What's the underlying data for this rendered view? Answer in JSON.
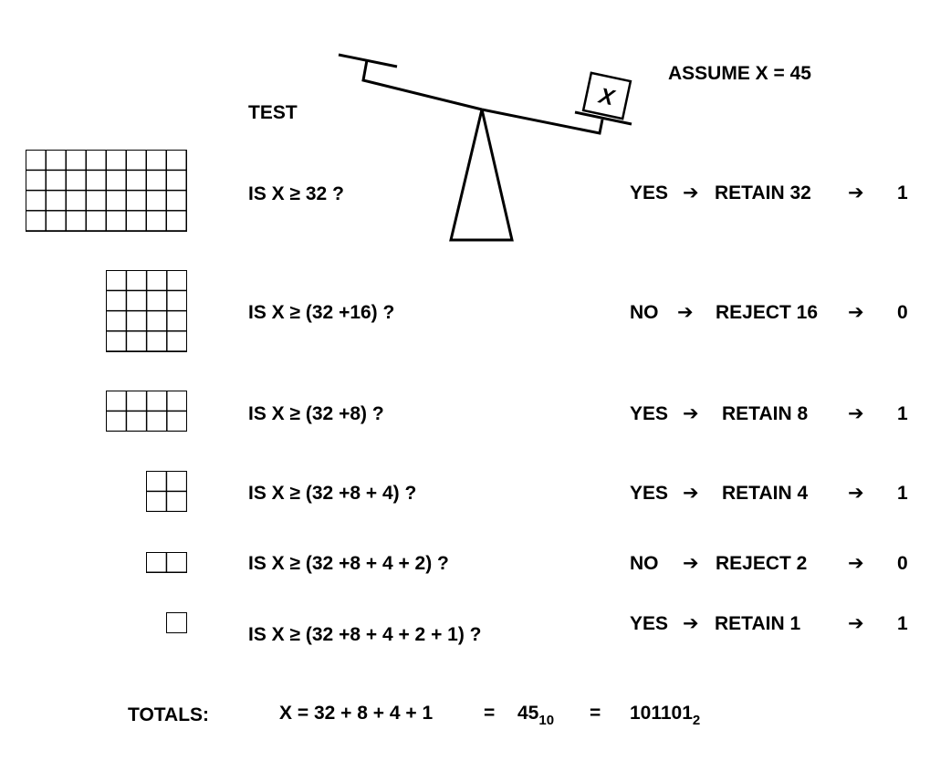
{
  "header": {
    "test_label": "TEST",
    "assume_label": "ASSUME X = 45",
    "box_label": "X"
  },
  "rows": [
    {
      "question": "IS X ≥ 32 ?",
      "decision": "YES",
      "action": "RETAIN 32",
      "bit": "1",
      "blocks": 32
    },
    {
      "question": "IS X ≥ (32 +16) ?",
      "decision": "NO",
      "action": "REJECT 16",
      "bit": "0",
      "blocks": 16
    },
    {
      "question": "IS X ≥ (32 +8) ?",
      "decision": "YES",
      "action": "RETAIN 8",
      "bit": "1",
      "blocks": 8
    },
    {
      "question": "IS X ≥ (32 +8 + 4) ?",
      "decision": "YES",
      "action": "RETAIN 4",
      "bit": "1",
      "blocks": 4
    },
    {
      "question": "IS X ≥ (32 +8 + 4 + 2) ?",
      "decision": "NO",
      "action": "REJECT 2",
      "bit": "0",
      "blocks": 2
    },
    {
      "question": "IS X ≥ (32 +8 + 4 + 2 + 1) ?",
      "decision": "YES",
      "action": "RETAIN 1",
      "bit": "1",
      "blocks": 1
    }
  ],
  "arrow_symbol": "➔",
  "totals": {
    "label": "TOTALS:",
    "equation": "X = 32 + 8 + 4 + 1",
    "equals": "=",
    "decimal_value": "45",
    "decimal_base": "10",
    "binary_value": "101101",
    "binary_base": "2"
  }
}
